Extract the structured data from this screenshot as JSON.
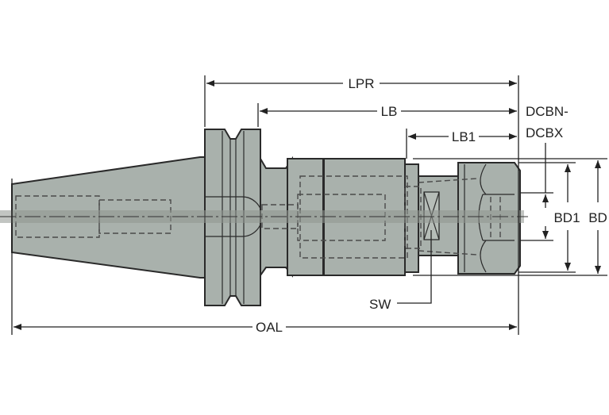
{
  "diagram": {
    "title": "Tool holder dimension drawing",
    "labels": {
      "lpr": "LPR",
      "lb": "LB",
      "lb1": "LB1",
      "dcbn": "DCBN-",
      "dcbx": "DCBX",
      "bd1": "BD1",
      "bd": "BD",
      "sw": "SW",
      "oal": "OAL"
    },
    "colors": {
      "body": "#a9b1ac",
      "axis": "#8f9590",
      "line": "#222222"
    }
  }
}
